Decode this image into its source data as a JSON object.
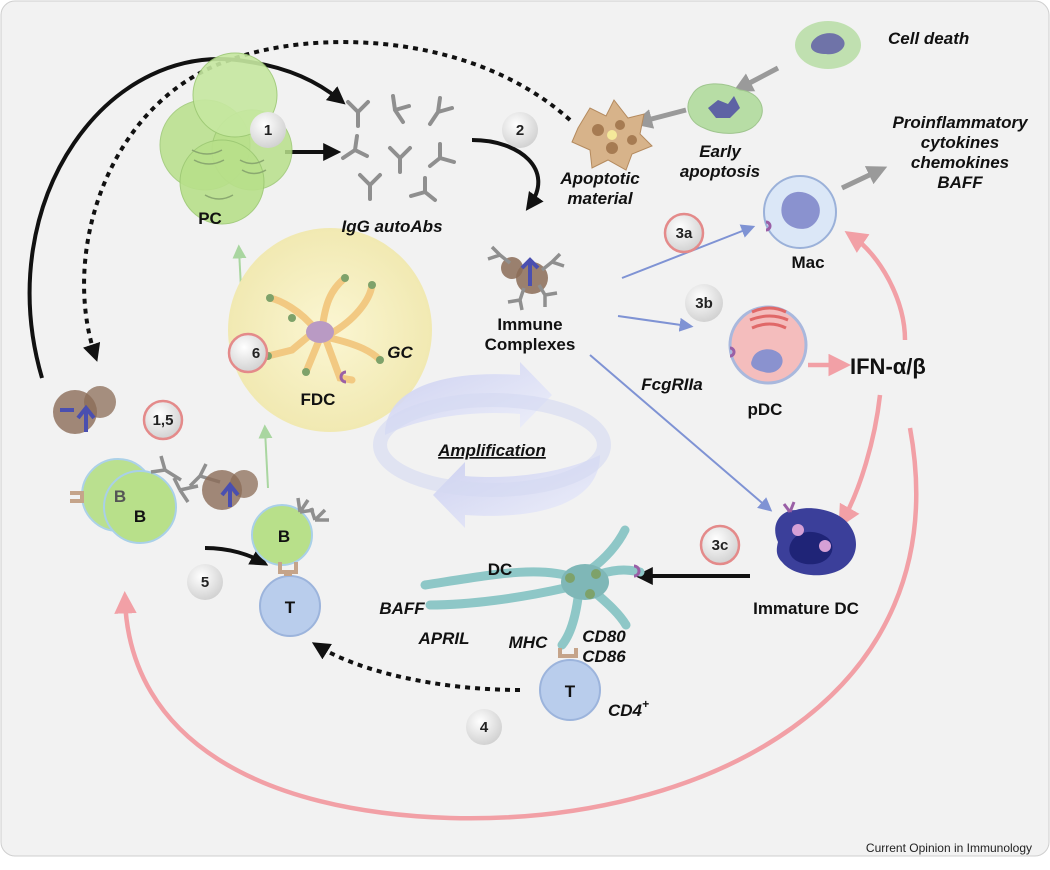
{
  "labels": {
    "cell_death": "Cell death",
    "early_apoptosis_1": "Early",
    "early_apoptosis_2": "apoptosis",
    "apoptotic_1": "Apoptotic",
    "apoptotic_2": "material",
    "proinflammatory_1": "Proinflammatory",
    "proinflammatory_2": "cytokines",
    "proinflammatory_3": "chemokines",
    "proinflammatory_4": "BAFF",
    "pc": "PC",
    "igg": "IgG autoAbs",
    "immune_1": "Immune",
    "immune_2": "Complexes",
    "mac": "Mac",
    "pdc": "pDC",
    "fcg": "FcgRIIa",
    "ifn": "IFN-α/β",
    "gc": "GC",
    "fdc": "FDC",
    "amplification": "Amplification",
    "dc": "DC",
    "baff": "BAFF",
    "april": "APRIL",
    "mhc": "MHC",
    "cd80": "CD80",
    "cd86": "CD86",
    "t_cell": "T",
    "b_cell": "B",
    "cd4": "CD4",
    "cd4_sup": "+",
    "immature_dc": "Immature DC",
    "credit": "Current Opinion in Immunology"
  },
  "steps": {
    "s1": "1",
    "s2": "2",
    "s3a": "3a",
    "s3b": "3b",
    "s3c": "3c",
    "s4": "4",
    "s5": "5",
    "s6": "6",
    "s15": "1,5"
  },
  "colors": {
    "background": "#f2f2f2",
    "black_arrow": "#111111",
    "blue_arrow": "#7f93d4",
    "pink_arrow": "#f2a0a6",
    "green_arrow": "#a9d6a0",
    "grey_arrow": "#9a9a9a",
    "plasma_cell": "#a8d878",
    "b_cell": "#b8e08a",
    "t_cell": "#b9cdec",
    "gc_zone": "#f6f0c0",
    "step_ring_red": "#e48a8a"
  }
}
